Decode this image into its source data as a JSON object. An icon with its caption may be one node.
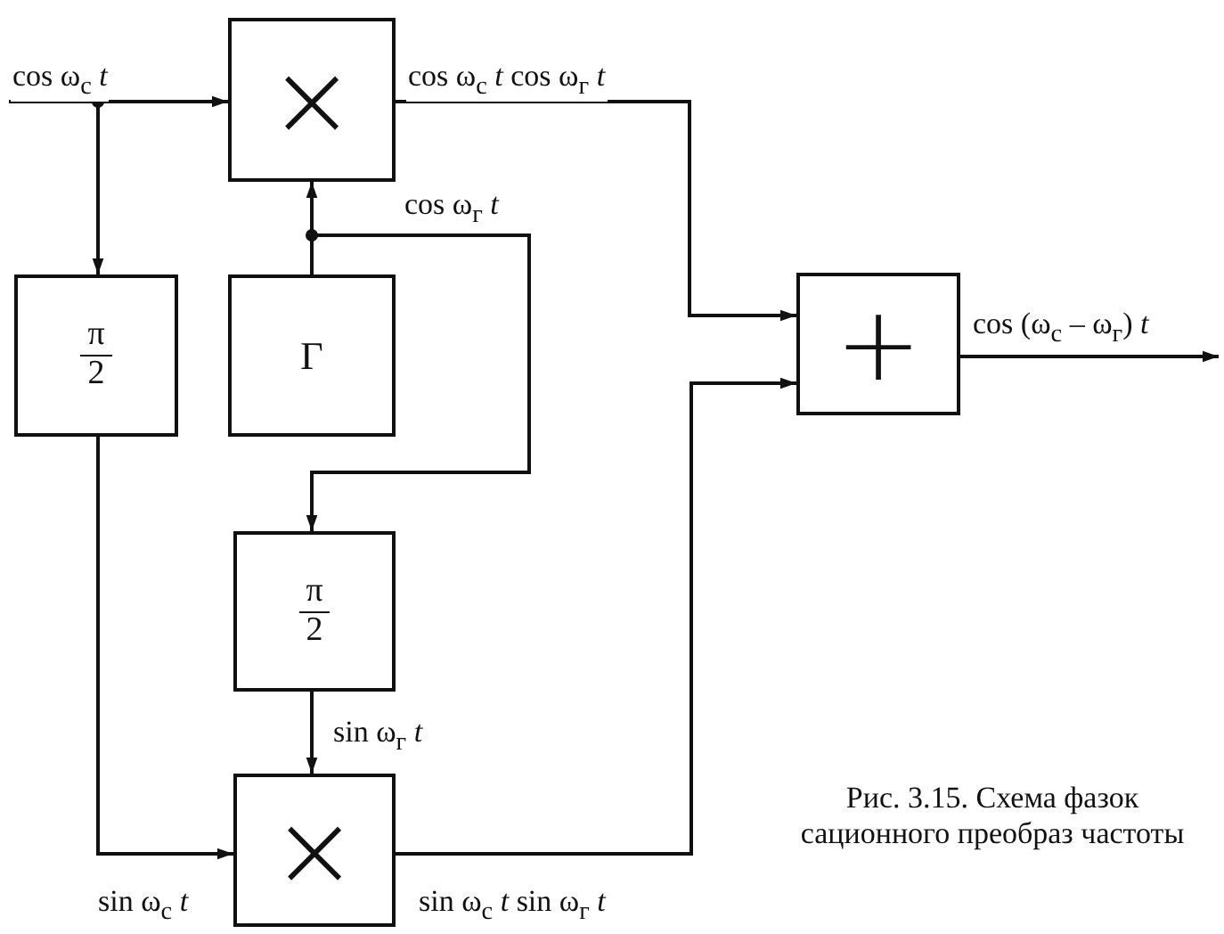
{
  "diagram": {
    "caption": "Рис. 3.15. Схема фазок сационного преобраз частоты",
    "nodes": [
      {
        "text": [
          "×"
        ]
      },
      {
        "text": [
          "π",
          "2"
        ]
      },
      {
        "text": [
          "Г"
        ]
      },
      {
        "text": [
          "π",
          "2"
        ]
      },
      {
        "text": [
          "×"
        ]
      },
      {
        "text": [
          "+"
        ]
      }
    ],
    "edges": [
      {
        "from": null,
        "to": 0,
        "arrow": "to",
        "label": "cos ω$_{с}$ *t*"
      },
      {
        "from": null,
        "to": 1,
        "arrow": "to"
      },
      {
        "from": 2,
        "to": 0,
        "arrow": "to"
      },
      {
        "from": 2,
        "to": 3,
        "arrow": "to",
        "label": "cos ω$_{г}$ *t*"
      },
      {
        "from": 0,
        "to": 5,
        "arrow": "to",
        "label": "cos ω$_{с}$ *t* cos ω$_{г}$ *t*"
      },
      {
        "from": 1,
        "to": 4,
        "arrow": "to",
        "label": "sin ω$_{с}$ *t*"
      },
      {
        "from": 3,
        "to": 4,
        "arrow": "to",
        "label": "sin ω$_{г}$ *t*"
      },
      {
        "from": 4,
        "to": 5,
        "arrow": "to",
        "label": "sin ω$_{с}$ *t* sin ω$_{г}$ *t*"
      },
      {
        "from": 5,
        "to": null,
        "arrow": "to",
        "label": "cos (ω$_{с}$ – ω$_{г}$) *t*"
      }
    ]
  }
}
